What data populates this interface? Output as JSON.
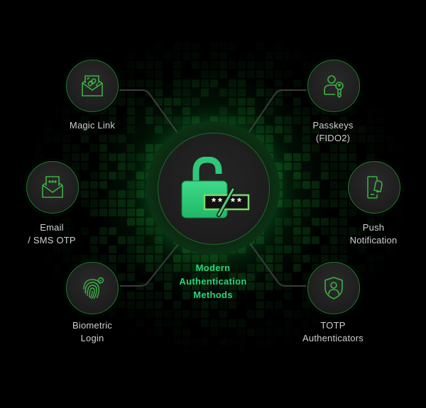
{
  "center": {
    "title_lines": [
      "Modern",
      "Authentication",
      "Methods"
    ],
    "icon": "open-padlock-password-icon",
    "password_mask": "**/**"
  },
  "methods": [
    {
      "id": "magic-link",
      "icon": "envelope-link-icon",
      "lines": [
        "Magic Link"
      ]
    },
    {
      "id": "passkeys",
      "icon": "user-key-icon",
      "lines": [
        "Passkeys",
        "(FIDO2)"
      ]
    },
    {
      "id": "email-sms-otp",
      "icon": "envelope-message-icon",
      "lines": [
        "Email",
        "/ SMS OTP"
      ]
    },
    {
      "id": "push-notification",
      "icon": "phone-bell-icon",
      "lines": [
        "Push",
        "Notification"
      ]
    },
    {
      "id": "biometric-login",
      "icon": "fingerprint-icon",
      "lines": [
        "Biometric",
        "Login"
      ]
    },
    {
      "id": "totp-authenticators",
      "icon": "shield-user-icon",
      "lines": [
        "TOTP",
        "Authenticators"
      ]
    }
  ],
  "colors": {
    "background": "#000000",
    "accent_green": "#3cb043",
    "title_green": "#2bd47a",
    "lock_green": "#2ed07a",
    "label_gray": "#cfcfcf",
    "node_fill": "#1e1e1e"
  }
}
